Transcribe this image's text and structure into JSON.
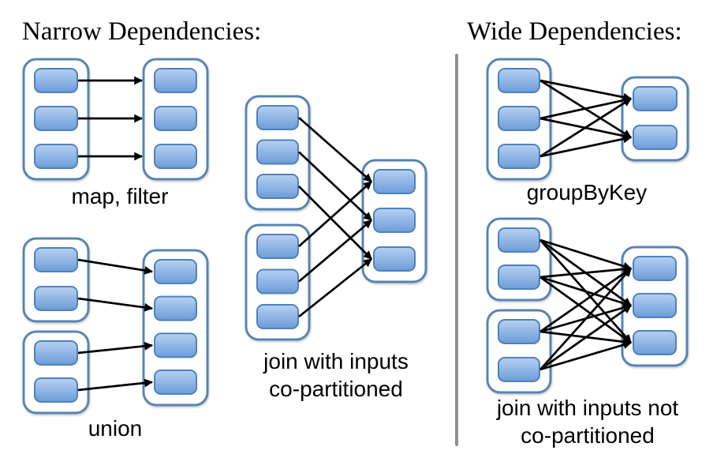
{
  "sections": [
    {
      "title": "Narrow Dependencies:"
    },
    {
      "title": "Wide Dependencies:"
    }
  ],
  "colors": {
    "background": "#ffffff",
    "text": "#000000",
    "partition_fill_top": "#b6d1f1",
    "partition_fill_bottom": "#6c9cd8",
    "partition_border": "#4f81bd",
    "container_border": "#5884b3",
    "container_fill": "#ffffff",
    "arrow": "#000000",
    "divider": "#8f8f8f"
  },
  "diagrams": [
    {
      "id": "map_filter",
      "label": "map, filter",
      "containers": [
        {
          "role": "input-rdd",
          "partitions": 3
        },
        {
          "role": "output-rdd",
          "partitions": 3
        }
      ],
      "edges": [
        [
          0,
          0,
          1,
          0
        ],
        [
          0,
          1,
          1,
          1
        ],
        [
          0,
          2,
          1,
          2
        ]
      ]
    },
    {
      "id": "union",
      "label": "union",
      "containers": [
        {
          "role": "input-rdd-1",
          "partitions": 2
        },
        {
          "role": "input-rdd-2",
          "partitions": 2
        },
        {
          "role": "output-rdd",
          "partitions": 4
        }
      ],
      "edges": [
        [
          0,
          0,
          2,
          0
        ],
        [
          0,
          1,
          2,
          1
        ],
        [
          1,
          0,
          2,
          2
        ],
        [
          1,
          1,
          2,
          3
        ]
      ]
    },
    {
      "id": "join_co",
      "label": "join with inputs\nco-partitioned",
      "containers": [
        {
          "role": "input-rdd-1",
          "partitions": 3
        },
        {
          "role": "input-rdd-2",
          "partitions": 3
        },
        {
          "role": "output-rdd",
          "partitions": 3
        }
      ],
      "edges": [
        [
          0,
          0,
          2,
          0
        ],
        [
          0,
          1,
          2,
          1
        ],
        [
          0,
          2,
          2,
          2
        ],
        [
          1,
          0,
          2,
          0
        ],
        [
          1,
          1,
          2,
          1
        ],
        [
          1,
          2,
          2,
          2
        ]
      ]
    },
    {
      "id": "group_by_key",
      "label": "groupByKey",
      "containers": [
        {
          "role": "input-rdd",
          "partitions": 3
        },
        {
          "role": "output-rdd",
          "partitions": 2
        }
      ],
      "edges": [
        [
          0,
          0,
          1,
          0
        ],
        [
          0,
          0,
          1,
          1
        ],
        [
          0,
          1,
          1,
          0
        ],
        [
          0,
          1,
          1,
          1
        ],
        [
          0,
          2,
          1,
          0
        ],
        [
          0,
          2,
          1,
          1
        ]
      ]
    },
    {
      "id": "join_not",
      "label": "join with inputs not\nco-partitioned",
      "containers": [
        {
          "role": "input-rdd-1",
          "partitions": 2
        },
        {
          "role": "input-rdd-2",
          "partitions": 2
        },
        {
          "role": "output-rdd",
          "partitions": 3
        }
      ],
      "edges": [
        [
          0,
          0,
          2,
          0
        ],
        [
          0,
          0,
          2,
          1
        ],
        [
          0,
          0,
          2,
          2
        ],
        [
          0,
          1,
          2,
          0
        ],
        [
          0,
          1,
          2,
          1
        ],
        [
          0,
          1,
          2,
          2
        ],
        [
          1,
          0,
          2,
          0
        ],
        [
          1,
          0,
          2,
          1
        ],
        [
          1,
          0,
          2,
          2
        ],
        [
          1,
          1,
          2,
          0
        ],
        [
          1,
          1,
          2,
          1
        ],
        [
          1,
          1,
          2,
          2
        ]
      ]
    }
  ]
}
